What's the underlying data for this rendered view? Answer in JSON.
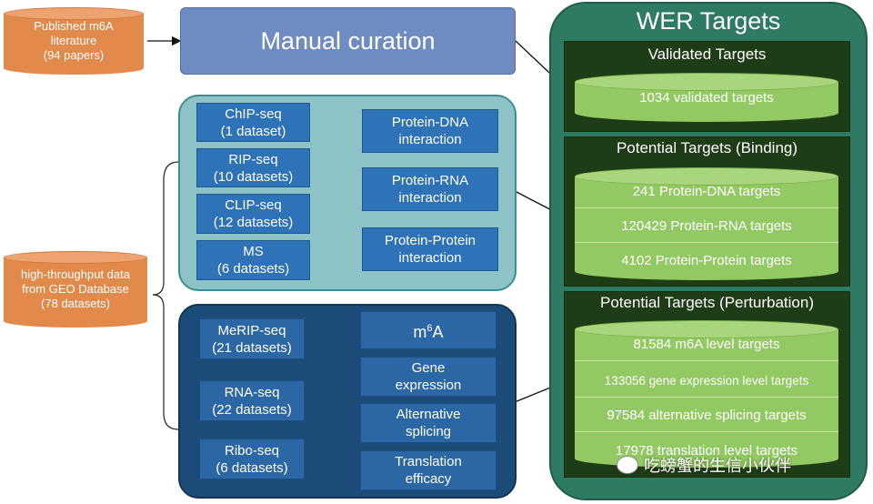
{
  "sources": {
    "literature": "Published m6A\nliterature\n(94 papers)",
    "geo": "high-throughput data\nfrom GEO Database\n(78 datasets)"
  },
  "manual_curation": "Manual curation",
  "binding_panel": {
    "datasets": [
      "ChIP-seq\n(1 dataset)",
      "RIP-seq\n(10 datasets)",
      "CLIP-seq\n(12 datasets)",
      "MS\n(6 datasets)"
    ],
    "interactions": [
      "Protein-DNA\ninteraction",
      "Protein-RNA\ninteraction",
      "Protein-Protein\ninteraction"
    ]
  },
  "perturbation_panel": {
    "datasets": [
      "MeRIP-seq\n(21 datasets)",
      "RNA-seq\n(22 datasets)",
      "Ribo-seq\n(6 datasets)"
    ],
    "levels": {
      "m6a_base": "m",
      "m6a_sup": "6",
      "m6a_tail": "A",
      "items": [
        "Gene\nexpression",
        "Alternative\nsplicing",
        "Translation\nefficacy"
      ]
    }
  },
  "wer": {
    "title": "WER Targets",
    "validated": {
      "title": "Validated Targets",
      "items": [
        "1034 validated targets"
      ]
    },
    "binding": {
      "title": "Potential Targets (Binding)",
      "items": [
        "241 Protein-DNA targets",
        "120429 Protein-RNA targets",
        "4102 Protein-Protein targets"
      ]
    },
    "perturbation": {
      "title": "Potential Targets (Perturbation)",
      "items": [
        "81584 m6A level targets",
        "133056 gene expression level targets",
        "97584 alternative splicing targets",
        "17978 translation level targets"
      ]
    }
  },
  "watermark": "吃螃蟹的生信小伙伴",
  "colors": {
    "source_orange": "#e28a4c",
    "manual_blue": "#6f8cc2",
    "binding_panel": "#8dc3c6",
    "perturbation_panel": "#1d4b78",
    "wer_green": "#2e7a62",
    "database_green": "#93c962"
  }
}
